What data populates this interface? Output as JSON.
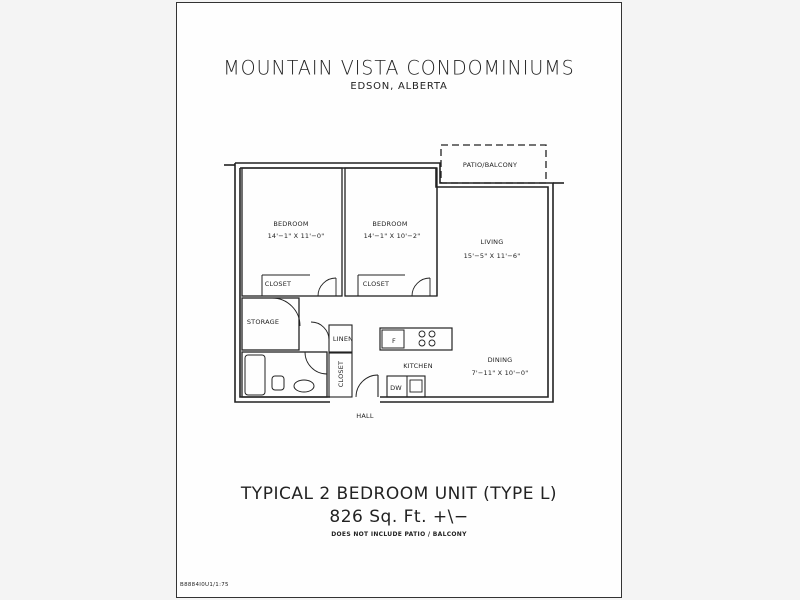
{
  "document": {
    "title": "MOUNTAIN VISTA CONDOMINIUMS",
    "subtitle": "EDSON, ALBERTA",
    "unit_title": "TYPICAL 2 BEDROOM UNIT (TYPE L)",
    "unit_area": "826 Sq. Ft. +\\−",
    "unit_note": "DOES NOT INCLUDE PATIO / BALCONY",
    "drawing_code": "B8884I0U1/1:75"
  },
  "rooms": {
    "bedroom1": {
      "name": "BEDROOM",
      "size": "14'−1\" X 11'−0\""
    },
    "bedroom2": {
      "name": "BEDROOM",
      "size": "14'−1\" X 10'−2\""
    },
    "living": {
      "name": "LIVING",
      "size": "15'−5\" X 11'−6\""
    },
    "dining": {
      "name": "DINING",
      "size": "7'−11\" X 10'−0\""
    },
    "kitchen": "KITCHEN",
    "closet1": "CLOSET",
    "closet2": "CLOSET",
    "closet3": "CLOSET",
    "storage": "STORAGE",
    "linen": "LINEN",
    "patio": "PATIO/BALCONY",
    "hall": "HALL",
    "fridge": "F",
    "dishwasher": "DW"
  }
}
